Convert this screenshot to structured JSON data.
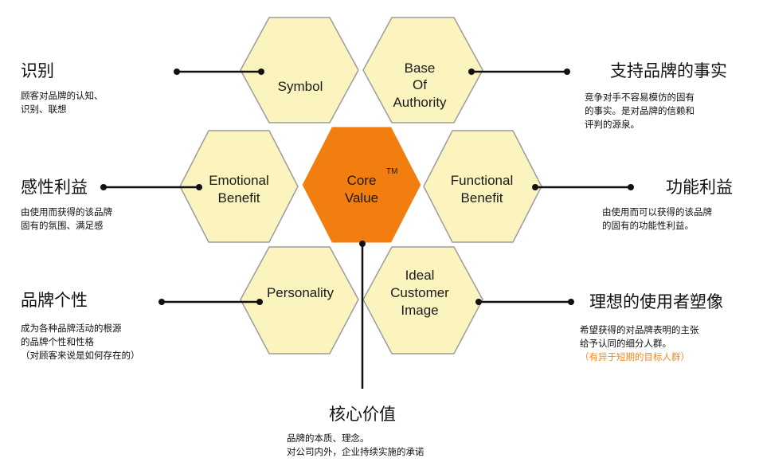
{
  "hexagons": {
    "symbol": {
      "lines": [
        "Symbol"
      ]
    },
    "base": {
      "lines": [
        "Base",
        "Of",
        "Authority"
      ]
    },
    "emotional": {
      "lines": [
        "Emotional",
        "Benefit"
      ]
    },
    "core": {
      "lines": [
        "Core",
        "Value"
      ],
      "tm": "TM"
    },
    "functional": {
      "lines": [
        "Functional",
        "Benefit"
      ]
    },
    "personality": {
      "lines": [
        "Personality"
      ]
    },
    "ideal": {
      "lines": [
        "Ideal",
        "Customer",
        "Image"
      ]
    }
  },
  "labels": {
    "identity": {
      "title": "识别",
      "desc": [
        "顾客对品牌的认知、",
        "识别、联想"
      ]
    },
    "emotional": {
      "title": "感性利益",
      "desc": [
        "由使用而获得的该品牌",
        "固有的氛围、满足感"
      ]
    },
    "personality": {
      "title": "品牌个性",
      "desc": [
        "成为各种品牌活动的根源",
        "的品牌个性和性格",
        "（对顾客来说是如何存在的）"
      ]
    },
    "facts": {
      "title": "支持品牌的事实",
      "desc": [
        "竞争对手不容易模仿的固有",
        "的事实。是对品牌的信赖和",
        "评判的源泉。"
      ]
    },
    "functional": {
      "title": "功能利益",
      "desc": [
        "由使用而可以获得的该品牌",
        "的固有的功能性利益。"
      ]
    },
    "ideal_user": {
      "title": "理想的使用者塑像",
      "desc": [
        "希望获得的对品牌表明的主张",
        "给予认同的细分人群。"
      ],
      "note": "（有异于短期的目标人群）"
    },
    "core": {
      "title": "核心价值",
      "desc": [
        "品牌的本质、理念。",
        "对公司内外，企业持续实施的承诺"
      ]
    }
  },
  "colors": {
    "hex_fill": "#fcf4bf",
    "hex_stroke": "#9c9c9c",
    "core_fill": "#f27e10",
    "connector": "#111111",
    "accent": "#f08a1c"
  }
}
